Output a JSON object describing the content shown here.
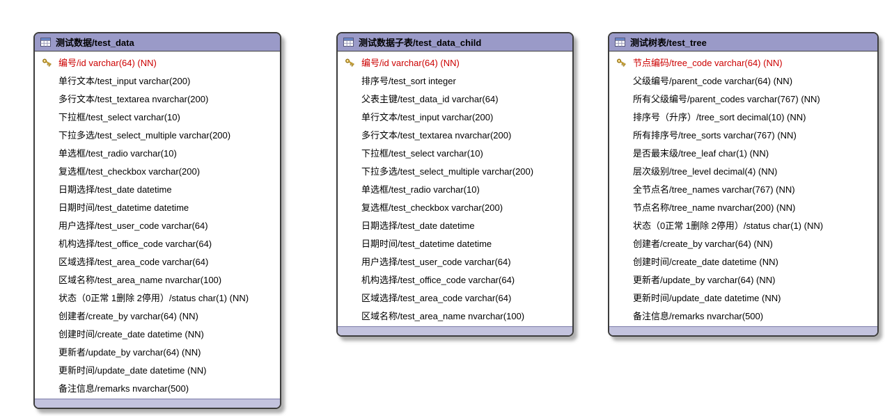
{
  "diagram": {
    "tables": [
      {
        "title": "测试数据/test_data",
        "fields": [
          {
            "text": "编号/id varchar(64) (NN)",
            "pk": true
          },
          {
            "text": "单行文本/test_input varchar(200)",
            "pk": false
          },
          {
            "text": "多行文本/test_textarea nvarchar(200)",
            "pk": false
          },
          {
            "text": "下拉框/test_select varchar(10)",
            "pk": false
          },
          {
            "text": "下拉多选/test_select_multiple varchar(200)",
            "pk": false
          },
          {
            "text": "单选框/test_radio varchar(10)",
            "pk": false
          },
          {
            "text": "复选框/test_checkbox varchar(200)",
            "pk": false
          },
          {
            "text": "日期选择/test_date datetime",
            "pk": false
          },
          {
            "text": "日期时间/test_datetime datetime",
            "pk": false
          },
          {
            "text": "用户选择/test_user_code varchar(64)",
            "pk": false
          },
          {
            "text": "机构选择/test_office_code varchar(64)",
            "pk": false
          },
          {
            "text": "区域选择/test_area_code varchar(64)",
            "pk": false
          },
          {
            "text": "区域名称/test_area_name nvarchar(100)",
            "pk": false
          },
          {
            "text": "状态（0正常 1删除 2停用）/status char(1) (NN)",
            "pk": false
          },
          {
            "text": "创建者/create_by varchar(64) (NN)",
            "pk": false
          },
          {
            "text": "创建时间/create_date datetime (NN)",
            "pk": false
          },
          {
            "text": "更新者/update_by varchar(64) (NN)",
            "pk": false
          },
          {
            "text": "更新时间/update_date datetime (NN)",
            "pk": false
          },
          {
            "text": "备注信息/remarks nvarchar(500)",
            "pk": false
          }
        ]
      },
      {
        "title": "测试数据子表/test_data_child",
        "fields": [
          {
            "text": "编号/id varchar(64) (NN)",
            "pk": true
          },
          {
            "text": "排序号/test_sort integer",
            "pk": false
          },
          {
            "text": "父表主键/test_data_id varchar(64)",
            "pk": false
          },
          {
            "text": "单行文本/test_input varchar(200)",
            "pk": false
          },
          {
            "text": "多行文本/test_textarea nvarchar(200)",
            "pk": false
          },
          {
            "text": "下拉框/test_select varchar(10)",
            "pk": false
          },
          {
            "text": "下拉多选/test_select_multiple varchar(200)",
            "pk": false
          },
          {
            "text": "单选框/test_radio varchar(10)",
            "pk": false
          },
          {
            "text": "复选框/test_checkbox varchar(200)",
            "pk": false
          },
          {
            "text": "日期选择/test_date datetime",
            "pk": false
          },
          {
            "text": "日期时间/test_datetime datetime",
            "pk": false
          },
          {
            "text": "用户选择/test_user_code varchar(64)",
            "pk": false
          },
          {
            "text": "机构选择/test_office_code varchar(64)",
            "pk": false
          },
          {
            "text": "区域选择/test_area_code varchar(64)",
            "pk": false
          },
          {
            "text": "区域名称/test_area_name nvarchar(100)",
            "pk": false
          }
        ]
      },
      {
        "title": "测试树表/test_tree",
        "fields": [
          {
            "text": "节点编码/tree_code varchar(64) (NN)",
            "pk": true
          },
          {
            "text": "父级编号/parent_code varchar(64) (NN)",
            "pk": false
          },
          {
            "text": "所有父级编号/parent_codes varchar(767) (NN)",
            "pk": false
          },
          {
            "text": "排序号（升序）/tree_sort decimal(10) (NN)",
            "pk": false
          },
          {
            "text": "所有排序号/tree_sorts varchar(767) (NN)",
            "pk": false
          },
          {
            "text": "是否最末级/tree_leaf char(1) (NN)",
            "pk": false
          },
          {
            "text": "层次级别/tree_level decimal(4) (NN)",
            "pk": false
          },
          {
            "text": "全节点名/tree_names varchar(767) (NN)",
            "pk": false
          },
          {
            "text": "节点名称/tree_name nvarchar(200) (NN)",
            "pk": false
          },
          {
            "text": "状态（0正常 1删除 2停用）/status char(1) (NN)",
            "pk": false
          },
          {
            "text": "创建者/create_by varchar(64) (NN)",
            "pk": false
          },
          {
            "text": "创建时间/create_date datetime (NN)",
            "pk": false
          },
          {
            "text": "更新者/update_by varchar(64) (NN)",
            "pk": false
          },
          {
            "text": "更新时间/update_date datetime (NN)",
            "pk": false
          },
          {
            "text": "备注信息/remarks nvarchar(500)",
            "pk": false
          }
        ]
      }
    ]
  },
  "icons": {
    "table_header_icon": "table-grid-icon",
    "primary_key_icon": "gold-key-icon"
  },
  "colors": {
    "table_header_bg": "#9a9ac8",
    "table_footer_bg": "#c3c3de",
    "table_border": "#3c3c3c",
    "primary_key_text": "#cc0000",
    "field_text": "#000000",
    "key_icon_gold": "#f0c040"
  }
}
